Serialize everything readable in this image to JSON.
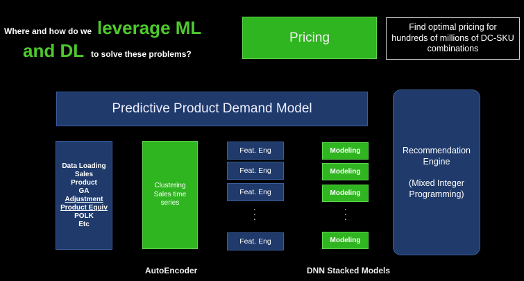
{
  "question": {
    "line1_small": "Where and how do we",
    "line1_big": "leverage ML",
    "line2_big": "and DL",
    "line2_small": "to solve these problems?"
  },
  "pricing_box": {
    "label": "Pricing"
  },
  "goal_box": {
    "lines": [
      "Find optimal pricing for",
      "hundreds of millions of DC-SKU",
      "combinations"
    ]
  },
  "demand_model": {
    "label": "Predictive Product Demand Model"
  },
  "data_box": {
    "items": [
      {
        "text": "Data Loading",
        "underline": false
      },
      {
        "text": "Sales",
        "underline": false
      },
      {
        "text": "Product",
        "underline": false
      },
      {
        "text": "GA",
        "underline": false
      },
      {
        "text": "Adjustment",
        "underline": true
      },
      {
        "text": "Product Equiv",
        "underline": true
      },
      {
        "text": "POLK",
        "underline": false
      },
      {
        "text": "Etc",
        "underline": false
      }
    ]
  },
  "clustering_box": {
    "lines": [
      "Clustering",
      "Sales time",
      "series"
    ]
  },
  "feature_boxes": [
    "Feat. Eng",
    "Feat. Eng",
    "Feat. Eng",
    "Feat. Eng"
  ],
  "modeling_boxes": [
    "Modeling",
    "Modeling",
    "Modeling",
    "Modeling"
  ],
  "recommendation": {
    "lines1": [
      "Recommendation",
      "Engine"
    ],
    "lines2": [
      "(Mixed Integer",
      "Programming)"
    ]
  },
  "captions": {
    "autoencoder": "AutoEncoder",
    "dnn": "DNN Stacked Models"
  }
}
